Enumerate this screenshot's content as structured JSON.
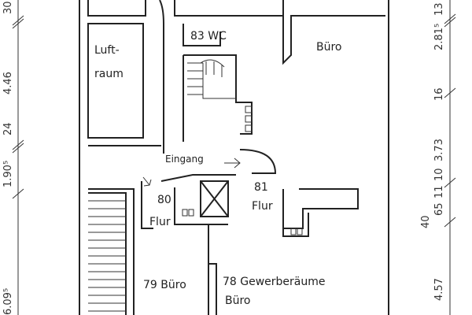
{
  "rooms": {
    "luftraum_1": "Luft-",
    "luftraum_2": "raum",
    "wc": "83 WC",
    "buero_top": "Büro",
    "eingang": "Eingang",
    "flur80_num": "80",
    "flur80": "Flur",
    "flur81_num": "81",
    "flur81": "Flur",
    "buero79": "79 Büro",
    "gewerbe78": "78 Gewerberäume",
    "gewerbe78_2": "Büro"
  },
  "dimensions_left": [
    "30",
    "4.46",
    "24",
    "1.90⁵",
    "6.09⁵"
  ],
  "dimensions_right": [
    "13",
    "2.81⁵",
    "16",
    "3.73",
    "10",
    "65",
    "11",
    "40",
    "4.57"
  ]
}
